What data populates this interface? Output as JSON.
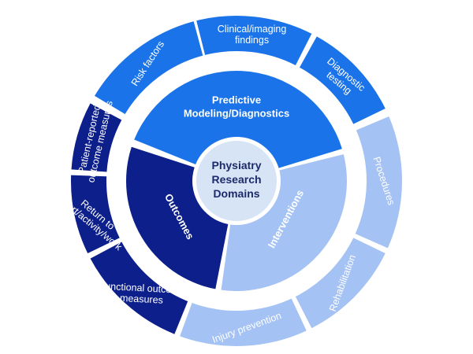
{
  "center": {
    "lines": [
      "Physiatry",
      "Research",
      "Domains"
    ],
    "color": "#d6e4f5"
  },
  "domains": [
    {
      "key": "predictive",
      "lines": [
        "Predictive",
        "Modeling/Diagnostics"
      ],
      "color": "#1a73e8"
    },
    {
      "key": "interventions",
      "lines": [
        "Interventions"
      ],
      "color": "#a4c2f4"
    },
    {
      "key": "outcomes",
      "lines": [
        "Outcomes"
      ],
      "color": "#0d1f8a"
    }
  ],
  "outer_segments": [
    {
      "key": "risk-factors",
      "lines": [
        "Risk factors"
      ],
      "color": "#1a73e8"
    },
    {
      "key": "clinical-imaging-findings",
      "lines": [
        "Clinical/imaging",
        "findings"
      ],
      "color": "#1a73e8"
    },
    {
      "key": "diagnostic-testing",
      "lines": [
        "Diagnostic",
        "testing"
      ],
      "color": "#1a73e8"
    },
    {
      "key": "procedures",
      "lines": [
        "Procedures"
      ],
      "color": "#a4c2f4"
    },
    {
      "key": "rehabilitation",
      "lines": [
        "Rehabilitation"
      ],
      "color": "#a4c2f4"
    },
    {
      "key": "injury-prevention",
      "lines": [
        "Injury prevention"
      ],
      "color": "#a4c2f4"
    },
    {
      "key": "functional-outcome-measures",
      "lines": [
        "Functional outcome",
        "measures"
      ],
      "color": "#0d1f8a"
    },
    {
      "key": "return-to-sport-activity-work",
      "lines": [
        "Return to",
        "sport/activity/work"
      ],
      "color": "#0d1f8a"
    },
    {
      "key": "patient-reported-outcome-measures",
      "lines": [
        "Patient-reported",
        "outcome measures"
      ],
      "color": "#0d1f8a"
    }
  ]
}
